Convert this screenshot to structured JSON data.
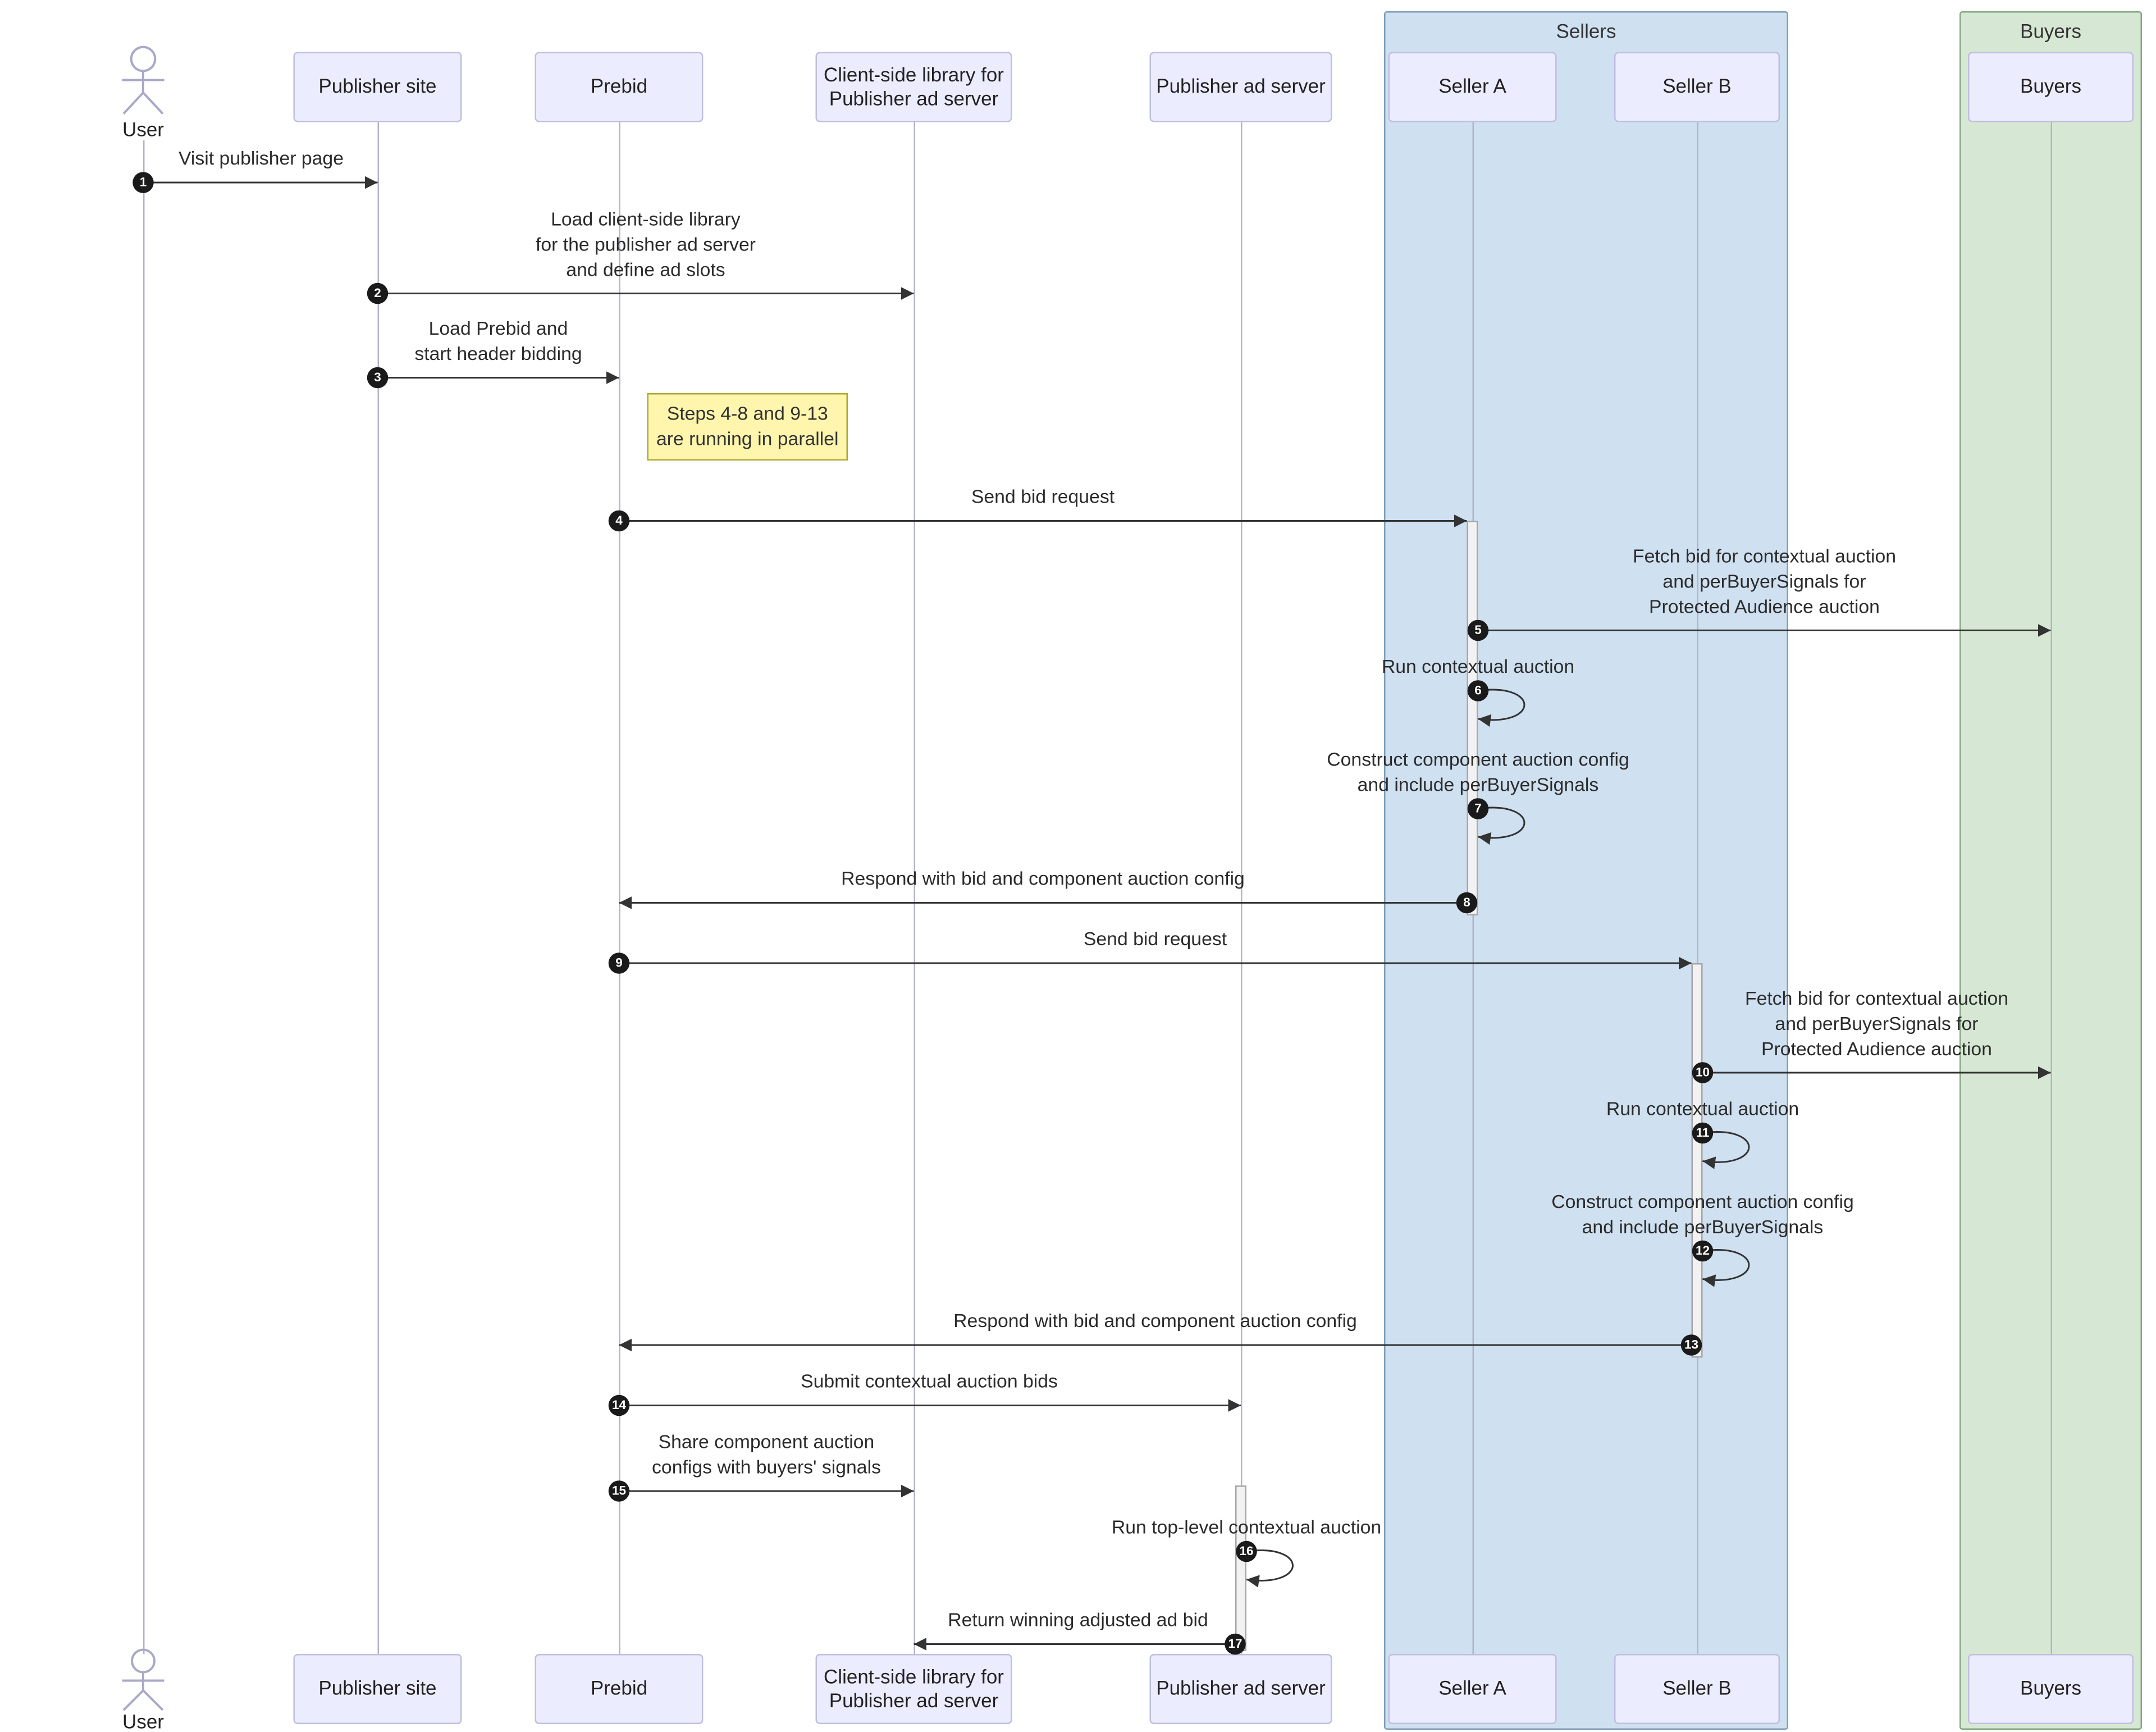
{
  "type": "sequence-diagram",
  "actors": {
    "user": "User"
  },
  "participants": {
    "publisher_site": "Publisher site",
    "prebid": "Prebid",
    "client_lib": "Client-side library for\nPublisher ad server",
    "ad_server": "Publisher ad server",
    "seller_a": "Seller A",
    "seller_b": "Seller B",
    "buyers": "Buyers"
  },
  "groups": {
    "sellers": "Sellers",
    "buyers": "Buyers"
  },
  "note": "Steps 4-8 and 9-13\nare running in parallel",
  "messages": [
    {
      "step": 1,
      "from": "User",
      "to": "Publisher site",
      "kind": "arrow",
      "text": "Visit publisher page"
    },
    {
      "step": 2,
      "from": "Publisher site",
      "to": "Client-side library for Publisher ad server",
      "kind": "arrow",
      "text": "Load client-side library\nfor the publisher ad server\nand define ad slots"
    },
    {
      "step": 3,
      "from": "Publisher site",
      "to": "Prebid",
      "kind": "arrow",
      "text": "Load Prebid and\nstart header bidding"
    },
    {
      "step": 4,
      "from": "Prebid",
      "to": "Seller A",
      "kind": "arrow",
      "text": "Send bid request"
    },
    {
      "step": 5,
      "from": "Seller A",
      "to": "Buyers",
      "kind": "arrow",
      "text": "Fetch bid for contextual auction\nand perBuyerSignals for\nProtected Audience auction"
    },
    {
      "step": 6,
      "from": "Seller A",
      "to": "Seller A",
      "kind": "self",
      "text": "Run contextual auction"
    },
    {
      "step": 7,
      "from": "Seller A",
      "to": "Seller A",
      "kind": "self",
      "text": "Construct component auction config\nand include perBuyerSignals"
    },
    {
      "step": 8,
      "from": "Seller A",
      "to": "Prebid",
      "kind": "arrow",
      "text": "Respond with bid and component auction config"
    },
    {
      "step": 9,
      "from": "Prebid",
      "to": "Seller B",
      "kind": "arrow",
      "text": "Send bid request"
    },
    {
      "step": 10,
      "from": "Seller B",
      "to": "Buyers",
      "kind": "arrow",
      "text": "Fetch bid for contextual auction\nand perBuyerSignals for\nProtected Audience auction"
    },
    {
      "step": 11,
      "from": "Seller B",
      "to": "Seller B",
      "kind": "self",
      "text": "Run contextual auction"
    },
    {
      "step": 12,
      "from": "Seller B",
      "to": "Seller B",
      "kind": "self",
      "text": "Construct component auction config\nand include perBuyerSignals"
    },
    {
      "step": 13,
      "from": "Seller B",
      "to": "Prebid",
      "kind": "arrow",
      "text": "Respond with bid and component auction config"
    },
    {
      "step": 14,
      "from": "Prebid",
      "to": "Publisher ad server",
      "kind": "arrow",
      "text": "Submit contextual auction bids"
    },
    {
      "step": 15,
      "from": "Prebid",
      "to": "Client-side library for Publisher ad server",
      "kind": "arrow",
      "text": "Share component auction\nconfigs with buyers' signals"
    },
    {
      "step": 16,
      "from": "Publisher ad server",
      "to": "Publisher ad server",
      "kind": "self",
      "text": "Run top-level contextual auction"
    },
    {
      "step": 17,
      "from": "Publisher ad server",
      "to": "Client-side library for Publisher ad server",
      "kind": "arrow",
      "text": "Return winning adjusted ad bid"
    }
  ],
  "colors": {
    "participant_fill": "#ECECFF",
    "participant_border": "#bfbfdf",
    "sellers_group_fill": "#cfe0f0",
    "sellers_group_border": "#7f9db9",
    "buyers_group_fill": "#d6e8d4",
    "buyers_group_border": "#82a97f",
    "note_fill": "#fff5ad",
    "note_border": "#aaaa33",
    "arrow": "#333333",
    "badge_fill": "#1a1a1a"
  }
}
